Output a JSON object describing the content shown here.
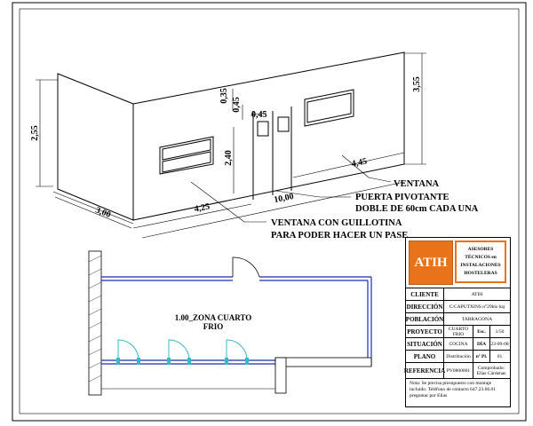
{
  "elevation": {
    "dimensions": {
      "wall_height_left": "2,55",
      "wall_height_right": "3,55",
      "side_length": "3,00",
      "window_to_door": "4,25",
      "total_length": "10,00",
      "window_length": "4,45",
      "top_gap_a": "0,35",
      "top_gap_b": "0,45",
      "door_offset": "0,45",
      "opening_height": "2,40"
    },
    "labels": {
      "ventana": "VENTANA",
      "puerta_line1": "PUERTA PIVOTANTE",
      "puerta_line2": "DOBLE DE 60cm CADA UNA",
      "guillotina_line1": "VENTANA CON GUILLOTINA",
      "guillotina_line2": "PARA PODER HACER UN PASE"
    }
  },
  "plan": {
    "zone_line1": "1.00_ZONA CUARTO",
    "zone_line2": "FRIO"
  },
  "title_block": {
    "logo_text": "ATIH",
    "company_lines": [
      "ASESORES",
      "TÉCNICOS en",
      "INSTALACIONES",
      "HOSTELERAS"
    ],
    "rows": [
      {
        "label": "CLIENTE",
        "value": "ATIH"
      },
      {
        "label": "DIRECCIÓN",
        "value": "C/CAPUTXINS n°29bis baj"
      },
      {
        "label": "POBLACIÓN",
        "value": "TARRAGONA"
      }
    ],
    "proyecto_label": "PROYECTO",
    "proyecto_value": "CUARTO FRIO",
    "esc_label": "Esc.",
    "esc_value": "1/50",
    "situacion_label": "SITUACIÓN",
    "situacion_value": "COCINA",
    "dia_label": "DÍA",
    "dia_value": "23-09-08",
    "plano_label": "PLANO",
    "plano_value": "Distribución",
    "npl_label": "nº Pl.",
    "npl_value": "01",
    "referencia_label": "REFERENCIA",
    "referencia_value": "PV0800001",
    "comprobado_label": "Comprobado:",
    "comprobado_value": "Elias Cárdenas",
    "note": "Nota:  Se precisa presupuesto con montaje incluido. Teléfono de contacto 647.23.66.01 preguntar por Elias"
  },
  "colors": {
    "logo_orange": "#e8731a",
    "plan_wall_blue": "#1a2fb0",
    "door_swing_cyan": "#38b8c8"
  }
}
